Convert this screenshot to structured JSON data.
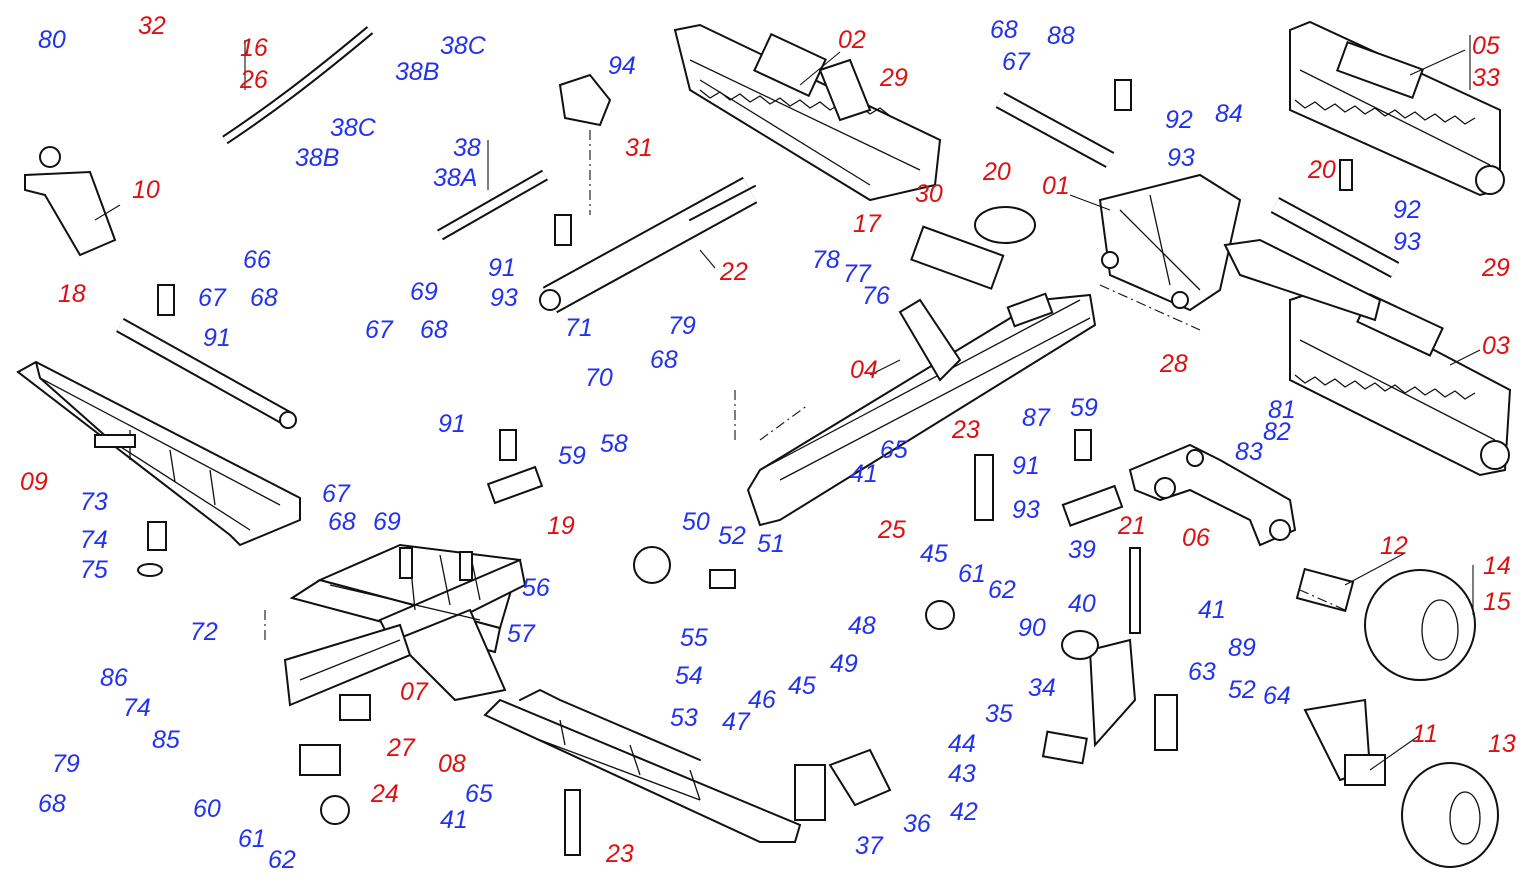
{
  "colors": {
    "standard_part": "#2233ee",
    "assembly": "#dd1111",
    "line": "#111111"
  },
  "callouts": [
    {
      "id": "c80",
      "text": "80",
      "kind": "blue"
    },
    {
      "id": "c32",
      "text": "32",
      "kind": "red"
    },
    {
      "id": "c16",
      "text": "16",
      "kind": "red"
    },
    {
      "id": "c26",
      "text": "26",
      "kind": "red"
    },
    {
      "id": "c38C_a",
      "text": "38C",
      "kind": "blue"
    },
    {
      "id": "c38B_a",
      "text": "38B",
      "kind": "blue"
    },
    {
      "id": "c94",
      "text": "94",
      "kind": "blue"
    },
    {
      "id": "c38C_b",
      "text": "38C",
      "kind": "blue"
    },
    {
      "id": "c38",
      "text": "38",
      "kind": "blue"
    },
    {
      "id": "c38B_b",
      "text": "38B",
      "kind": "blue"
    },
    {
      "id": "c38A",
      "text": "38A",
      "kind": "blue"
    },
    {
      "id": "c31",
      "text": "31",
      "kind": "red"
    },
    {
      "id": "c10",
      "text": "10",
      "kind": "red"
    },
    {
      "id": "c02",
      "text": "02",
      "kind": "red"
    },
    {
      "id": "c29_a",
      "text": "29",
      "kind": "red"
    },
    {
      "id": "c68_a",
      "text": "68",
      "kind": "blue"
    },
    {
      "id": "c88",
      "text": "88",
      "kind": "blue"
    },
    {
      "id": "c67_a",
      "text": "67",
      "kind": "blue"
    },
    {
      "id": "c05",
      "text": "05",
      "kind": "red"
    },
    {
      "id": "c33",
      "text": "33",
      "kind": "red"
    },
    {
      "id": "c92_a",
      "text": "92",
      "kind": "blue"
    },
    {
      "id": "c93_a",
      "text": "93",
      "kind": "blue"
    },
    {
      "id": "c84",
      "text": "84",
      "kind": "blue"
    },
    {
      "id": "c20_a",
      "text": "20",
      "kind": "red"
    },
    {
      "id": "c01",
      "text": "01",
      "kind": "red"
    },
    {
      "id": "c30",
      "text": "30",
      "kind": "red"
    },
    {
      "id": "c17",
      "text": "17",
      "kind": "red"
    },
    {
      "id": "c20_b",
      "text": "20",
      "kind": "red"
    },
    {
      "id": "c92_b",
      "text": "92",
      "kind": "blue"
    },
    {
      "id": "c93_b",
      "text": "93",
      "kind": "blue"
    },
    {
      "id": "c29_b",
      "text": "29",
      "kind": "red"
    },
    {
      "id": "c66",
      "text": "66",
      "kind": "blue"
    },
    {
      "id": "c67_b",
      "text": "67",
      "kind": "blue"
    },
    {
      "id": "c68_b",
      "text": "68",
      "kind": "blue"
    },
    {
      "id": "c69_a",
      "text": "69",
      "kind": "blue"
    },
    {
      "id": "c67_c",
      "text": "67",
      "kind": "blue"
    },
    {
      "id": "c68_c",
      "text": "68",
      "kind": "blue"
    },
    {
      "id": "c91_a",
      "text": "91",
      "kind": "blue"
    },
    {
      "id": "c93_c",
      "text": "93",
      "kind": "blue"
    },
    {
      "id": "c22",
      "text": "22",
      "kind": "red"
    },
    {
      "id": "c18",
      "text": "18",
      "kind": "red"
    },
    {
      "id": "c91_b",
      "text": "91",
      "kind": "blue"
    },
    {
      "id": "c78",
      "text": "78",
      "kind": "blue"
    },
    {
      "id": "c77",
      "text": "77",
      "kind": "blue"
    },
    {
      "id": "c76",
      "text": "76",
      "kind": "blue"
    },
    {
      "id": "c79_a",
      "text": "79",
      "kind": "blue"
    },
    {
      "id": "c71",
      "text": "71",
      "kind": "blue"
    },
    {
      "id": "c70",
      "text": "70",
      "kind": "blue"
    },
    {
      "id": "c68_d",
      "text": "68",
      "kind": "blue"
    },
    {
      "id": "c04",
      "text": "04",
      "kind": "red"
    },
    {
      "id": "c28",
      "text": "28",
      "kind": "red"
    },
    {
      "id": "c03",
      "text": "03",
      "kind": "red"
    },
    {
      "id": "c81",
      "text": "81",
      "kind": "blue"
    },
    {
      "id": "c82",
      "text": "82",
      "kind": "blue"
    },
    {
      "id": "c83",
      "text": "83",
      "kind": "blue"
    },
    {
      "id": "c87",
      "text": "87",
      "kind": "blue"
    },
    {
      "id": "c59_a",
      "text": "59",
      "kind": "blue"
    },
    {
      "id": "c09",
      "text": "09",
      "kind": "red"
    },
    {
      "id": "c91_c",
      "text": "91",
      "kind": "blue"
    },
    {
      "id": "c23_a",
      "text": "23",
      "kind": "red"
    },
    {
      "id": "c65_a",
      "text": "65",
      "kind": "blue"
    },
    {
      "id": "c41_a",
      "text": "41",
      "kind": "blue"
    },
    {
      "id": "c91_d",
      "text": "91",
      "kind": "blue"
    },
    {
      "id": "c93_d",
      "text": "93",
      "kind": "blue"
    },
    {
      "id": "c21",
      "text": "21",
      "kind": "red"
    },
    {
      "id": "c06",
      "text": "06",
      "kind": "red"
    },
    {
      "id": "c59_b",
      "text": "59",
      "kind": "blue"
    },
    {
      "id": "c58",
      "text": "58",
      "kind": "blue"
    },
    {
      "id": "c67_d",
      "text": "67",
      "kind": "blue"
    },
    {
      "id": "c68_e",
      "text": "68",
      "kind": "blue"
    },
    {
      "id": "c69_b",
      "text": "69",
      "kind": "blue"
    },
    {
      "id": "c19",
      "text": "19",
      "kind": "red"
    },
    {
      "id": "c73",
      "text": "73",
      "kind": "blue"
    },
    {
      "id": "c74_a",
      "text": "74",
      "kind": "blue"
    },
    {
      "id": "c75",
      "text": "75",
      "kind": "blue"
    },
    {
      "id": "c72",
      "text": "72",
      "kind": "blue"
    },
    {
      "id": "c50",
      "text": "50",
      "kind": "blue"
    },
    {
      "id": "c52_a",
      "text": "52",
      "kind": "blue"
    },
    {
      "id": "c51",
      "text": "51",
      "kind": "blue"
    },
    {
      "id": "c25",
      "text": "25",
      "kind": "red"
    },
    {
      "id": "c45_a",
      "text": "45",
      "kind": "blue"
    },
    {
      "id": "c61_a",
      "text": "61",
      "kind": "blue"
    },
    {
      "id": "c62_a",
      "text": "62",
      "kind": "blue"
    },
    {
      "id": "c39",
      "text": "39",
      "kind": "blue"
    },
    {
      "id": "c41_b",
      "text": "41",
      "kind": "blue"
    },
    {
      "id": "c12",
      "text": "12",
      "kind": "red"
    },
    {
      "id": "c14",
      "text": "14",
      "kind": "red"
    },
    {
      "id": "c15",
      "text": "15",
      "kind": "red"
    },
    {
      "id": "c56",
      "text": "56",
      "kind": "blue"
    },
    {
      "id": "c55",
      "text": "55",
      "kind": "blue"
    },
    {
      "id": "c57",
      "text": "57",
      "kind": "blue"
    },
    {
      "id": "c54",
      "text": "54",
      "kind": "blue"
    },
    {
      "id": "c53",
      "text": "53",
      "kind": "blue"
    },
    {
      "id": "c40",
      "text": "40",
      "kind": "blue"
    },
    {
      "id": "c89",
      "text": "89",
      "kind": "blue"
    },
    {
      "id": "c90",
      "text": "90",
      "kind": "blue"
    },
    {
      "id": "c86",
      "text": "86",
      "kind": "blue"
    },
    {
      "id": "c74_b",
      "text": "74",
      "kind": "blue"
    },
    {
      "id": "c85",
      "text": "85",
      "kind": "blue"
    },
    {
      "id": "c07",
      "text": "07",
      "kind": "red"
    },
    {
      "id": "c48",
      "text": "48",
      "kind": "blue"
    },
    {
      "id": "c49",
      "text": "49",
      "kind": "blue"
    },
    {
      "id": "c45_b",
      "text": "45",
      "kind": "blue"
    },
    {
      "id": "c46",
      "text": "46",
      "kind": "blue"
    },
    {
      "id": "c47",
      "text": "47",
      "kind": "blue"
    },
    {
      "id": "c34",
      "text": "34",
      "kind": "blue"
    },
    {
      "id": "c63",
      "text": "63",
      "kind": "blue"
    },
    {
      "id": "c52_b",
      "text": "52",
      "kind": "blue"
    },
    {
      "id": "c64",
      "text": "64",
      "kind": "blue"
    },
    {
      "id": "c27",
      "text": "27",
      "kind": "red"
    },
    {
      "id": "c79_b",
      "text": "79",
      "kind": "blue"
    },
    {
      "id": "c08",
      "text": "08",
      "kind": "red"
    },
    {
      "id": "c35",
      "text": "35",
      "kind": "blue"
    },
    {
      "id": "c11",
      "text": "11",
      "kind": "red"
    },
    {
      "id": "c13",
      "text": "13",
      "kind": "red"
    },
    {
      "id": "c44",
      "text": "44",
      "kind": "blue"
    },
    {
      "id": "c43",
      "text": "43",
      "kind": "blue"
    },
    {
      "id": "c42",
      "text": "42",
      "kind": "blue"
    },
    {
      "id": "c68_f",
      "text": "68",
      "kind": "blue"
    },
    {
      "id": "c24",
      "text": "24",
      "kind": "red"
    },
    {
      "id": "c60",
      "text": "60",
      "kind": "blue"
    },
    {
      "id": "c61_b",
      "text": "61",
      "kind": "blue"
    },
    {
      "id": "c62_b",
      "text": "62",
      "kind": "blue"
    },
    {
      "id": "c65_b",
      "text": "65",
      "kind": "blue"
    },
    {
      "id": "c41_c",
      "text": "41",
      "kind": "blue"
    },
    {
      "id": "c23_b",
      "text": "23",
      "kind": "red"
    },
    {
      "id": "c36",
      "text": "36",
      "kind": "blue"
    },
    {
      "id": "c37",
      "text": "37",
      "kind": "blue"
    }
  ]
}
